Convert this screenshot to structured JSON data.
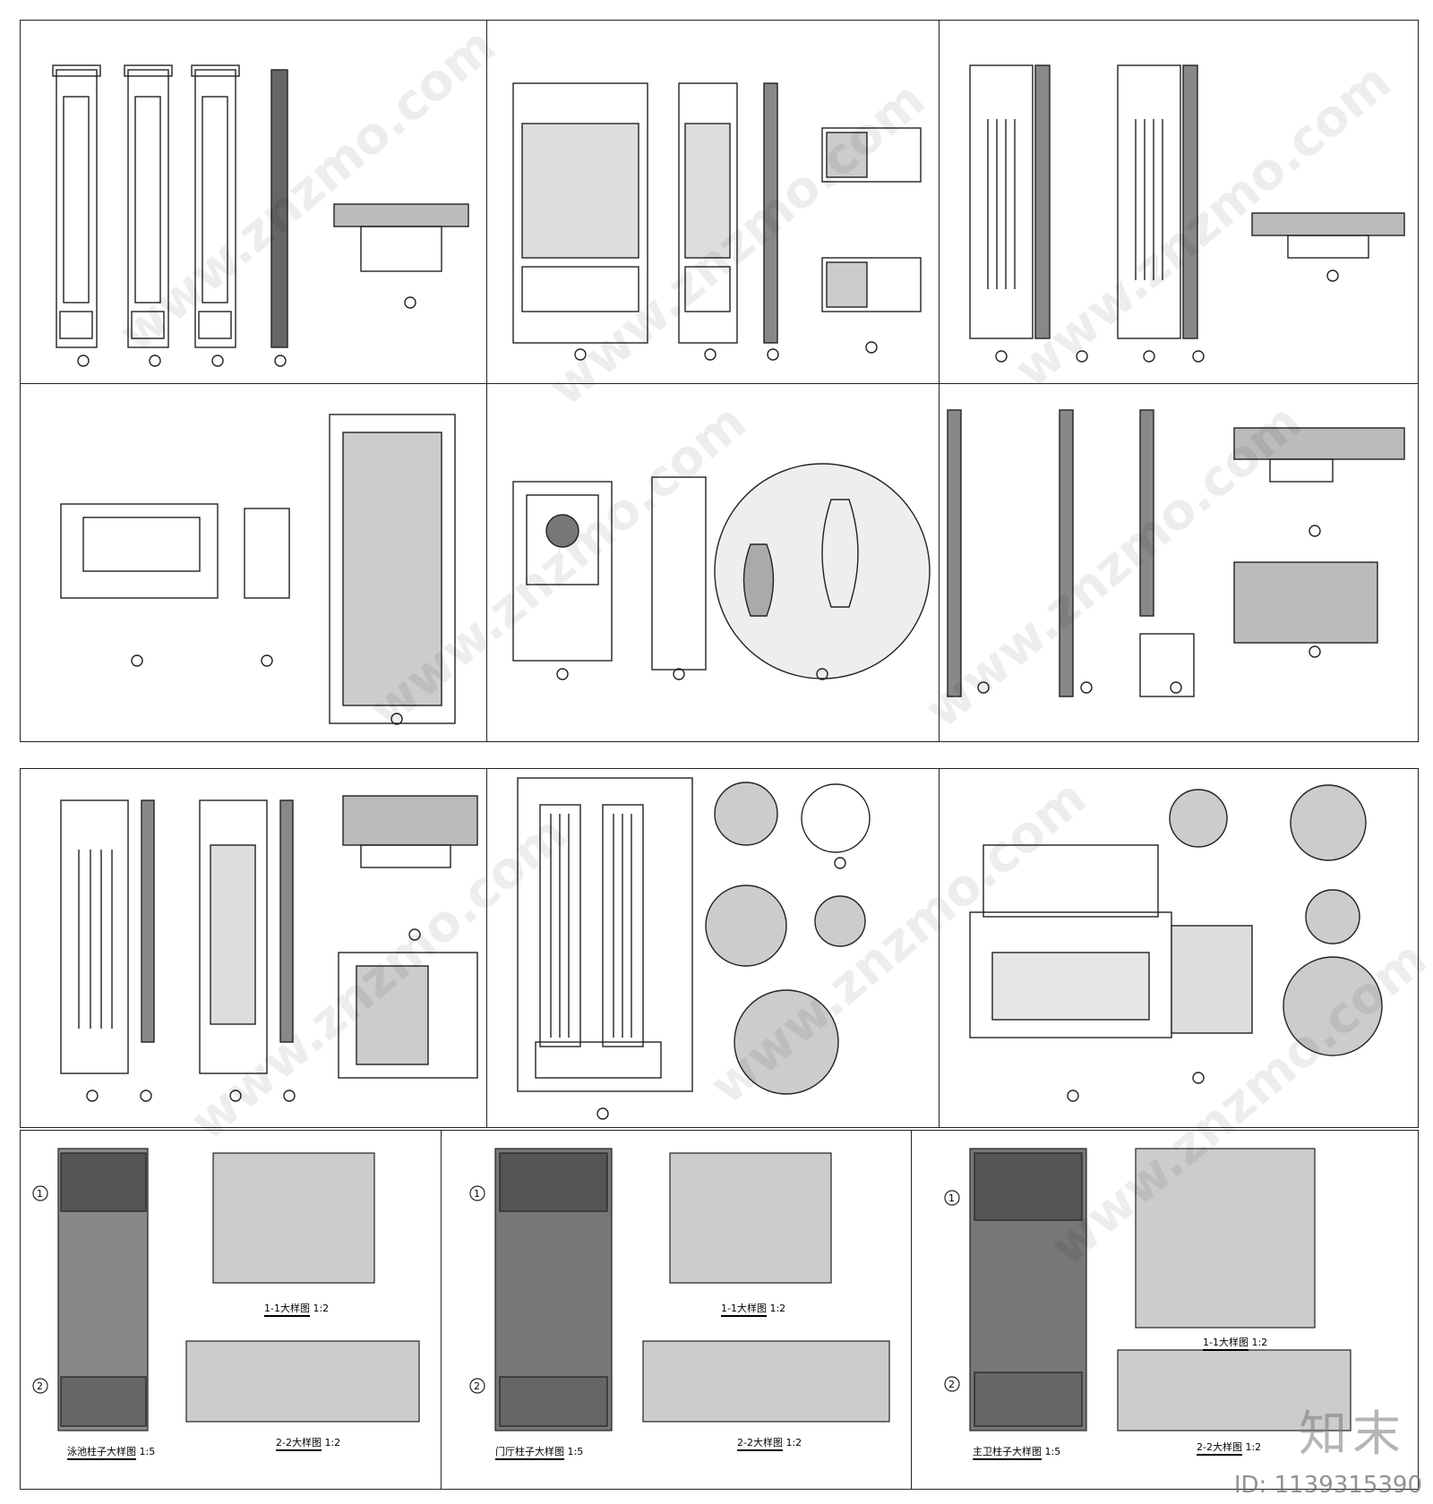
{
  "watermark": {
    "site": "www.znzmo.com",
    "brand_cn": "知末",
    "id_label": "ID: 1139315390"
  },
  "bottom_sheets": [
    {
      "detail_1": "1-1大样图",
      "detail_1_scale": "1:2",
      "detail_2": "2-2大样图",
      "detail_2_scale": "1:2",
      "main": "泳池柱子大样图",
      "main_scale": "1:5"
    },
    {
      "detail_1": "1-1大样图",
      "detail_1_scale": "1:2",
      "detail_2": "2-2大样图",
      "detail_2_scale": "1:2",
      "main": "门厅柱子大样图",
      "main_scale": "1:5"
    },
    {
      "detail_1": "1-1大样图",
      "detail_1_scale": "1:2",
      "detail_2": "2-2大样图",
      "detail_2_scale": "1:2",
      "main": "主卫柱子大样图",
      "main_scale": "1:5"
    }
  ],
  "markers": [
    "1",
    "2"
  ],
  "colors": {
    "line": "#222222",
    "hatch": "#555555",
    "watermark": "#bbbbbb"
  }
}
